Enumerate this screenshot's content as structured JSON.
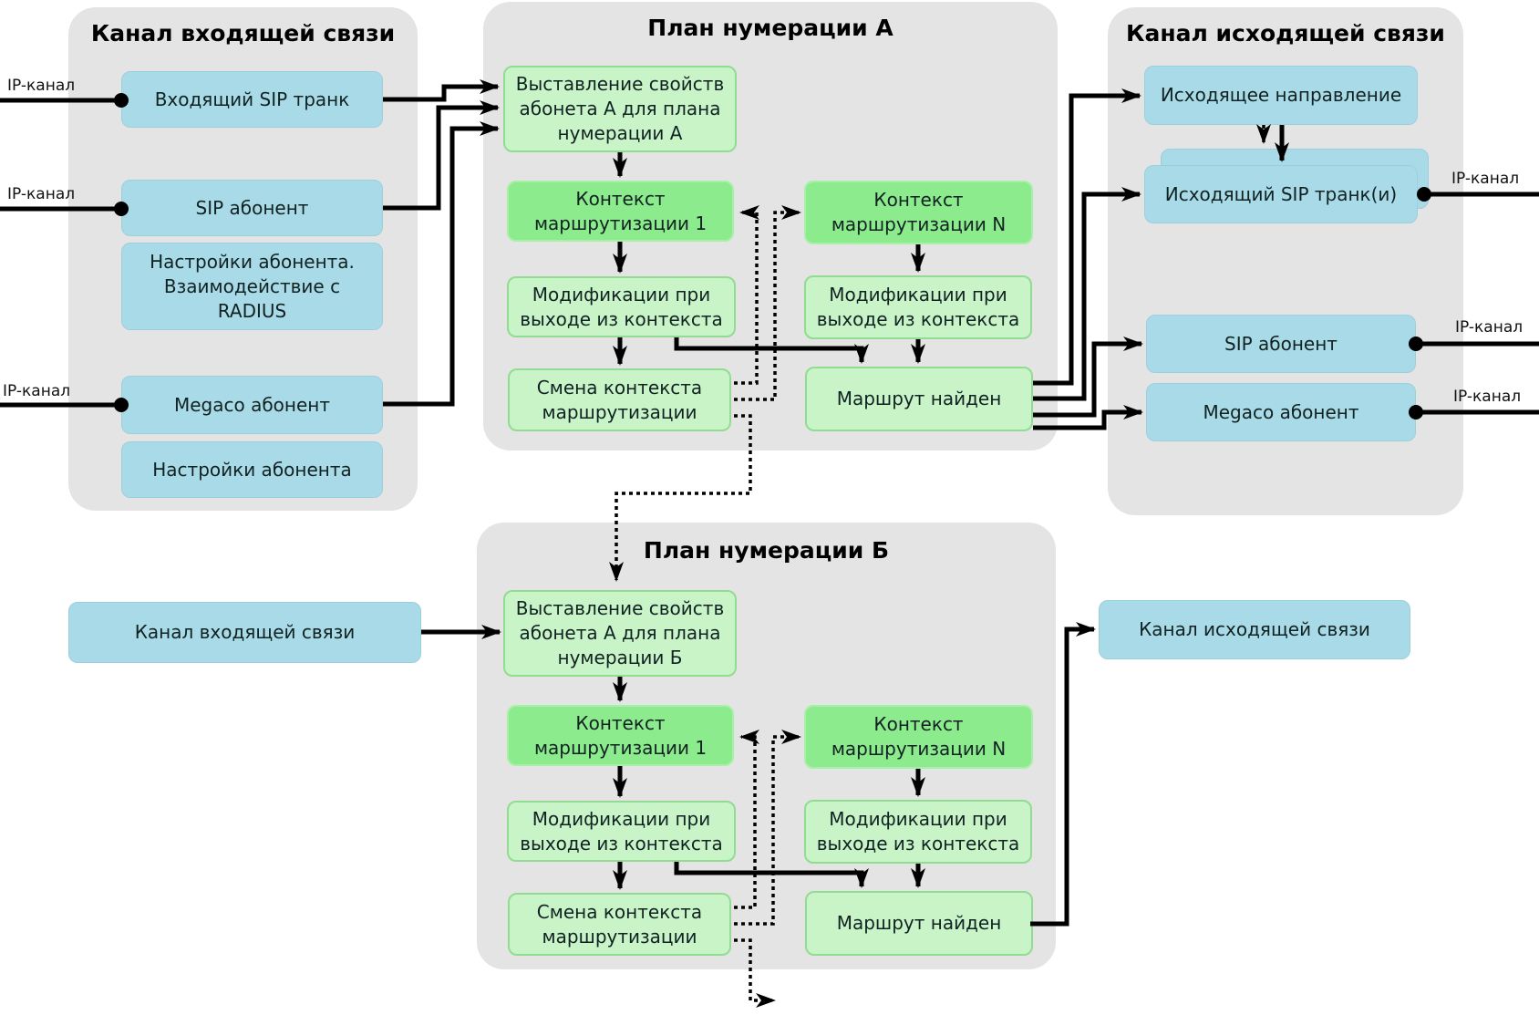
{
  "titles": {
    "incoming_panel": "Канал входящей связи",
    "plan_a_panel": "План нумерации А",
    "plan_b_panel": "План нумерации Б",
    "outgoing_panel": "Канал исходящей связи"
  },
  "nodes": {
    "incoming_sip_trunk": "Входящий SIP транк",
    "sip_subscriber": "SIP абонент",
    "subscriber_settings_radius": "Настройки абонента. Взаимодействие с RADIUS",
    "megaco_subscriber": "Megaco абонент",
    "subscriber_settings": "Настройки абонента",
    "set_properties_plan_a": "Выставление свойств абонета А для плана нумерации А",
    "set_properties_plan_b": "Выставление свойств абонета А для плана нумерации Б",
    "routing_context_1": "Контекст маршрутизации 1",
    "routing_context_n": "Контекст маршрутизации N",
    "modifications_on_exit": "Модификации при выходе из контекста",
    "change_routing_context": "Смена контекста маршрутизации",
    "route_found": "Маршрут найден",
    "outgoing_direction": "Исходящее направление",
    "outgoing_sip_trunks": "Исходящий SIP транк(и)",
    "incoming_channel_box": "Канал входящей связи",
    "outgoing_channel_box": "Канал исходящей связи"
  },
  "labels": {
    "ip_channel": "IP-канал"
  },
  "colors": {
    "panel_bg": "#e4e4e4",
    "blue_box": "#a9dae7",
    "green_light": "#c8f4c8",
    "green_mid": "#8ceb8c",
    "connector": "#000000"
  }
}
